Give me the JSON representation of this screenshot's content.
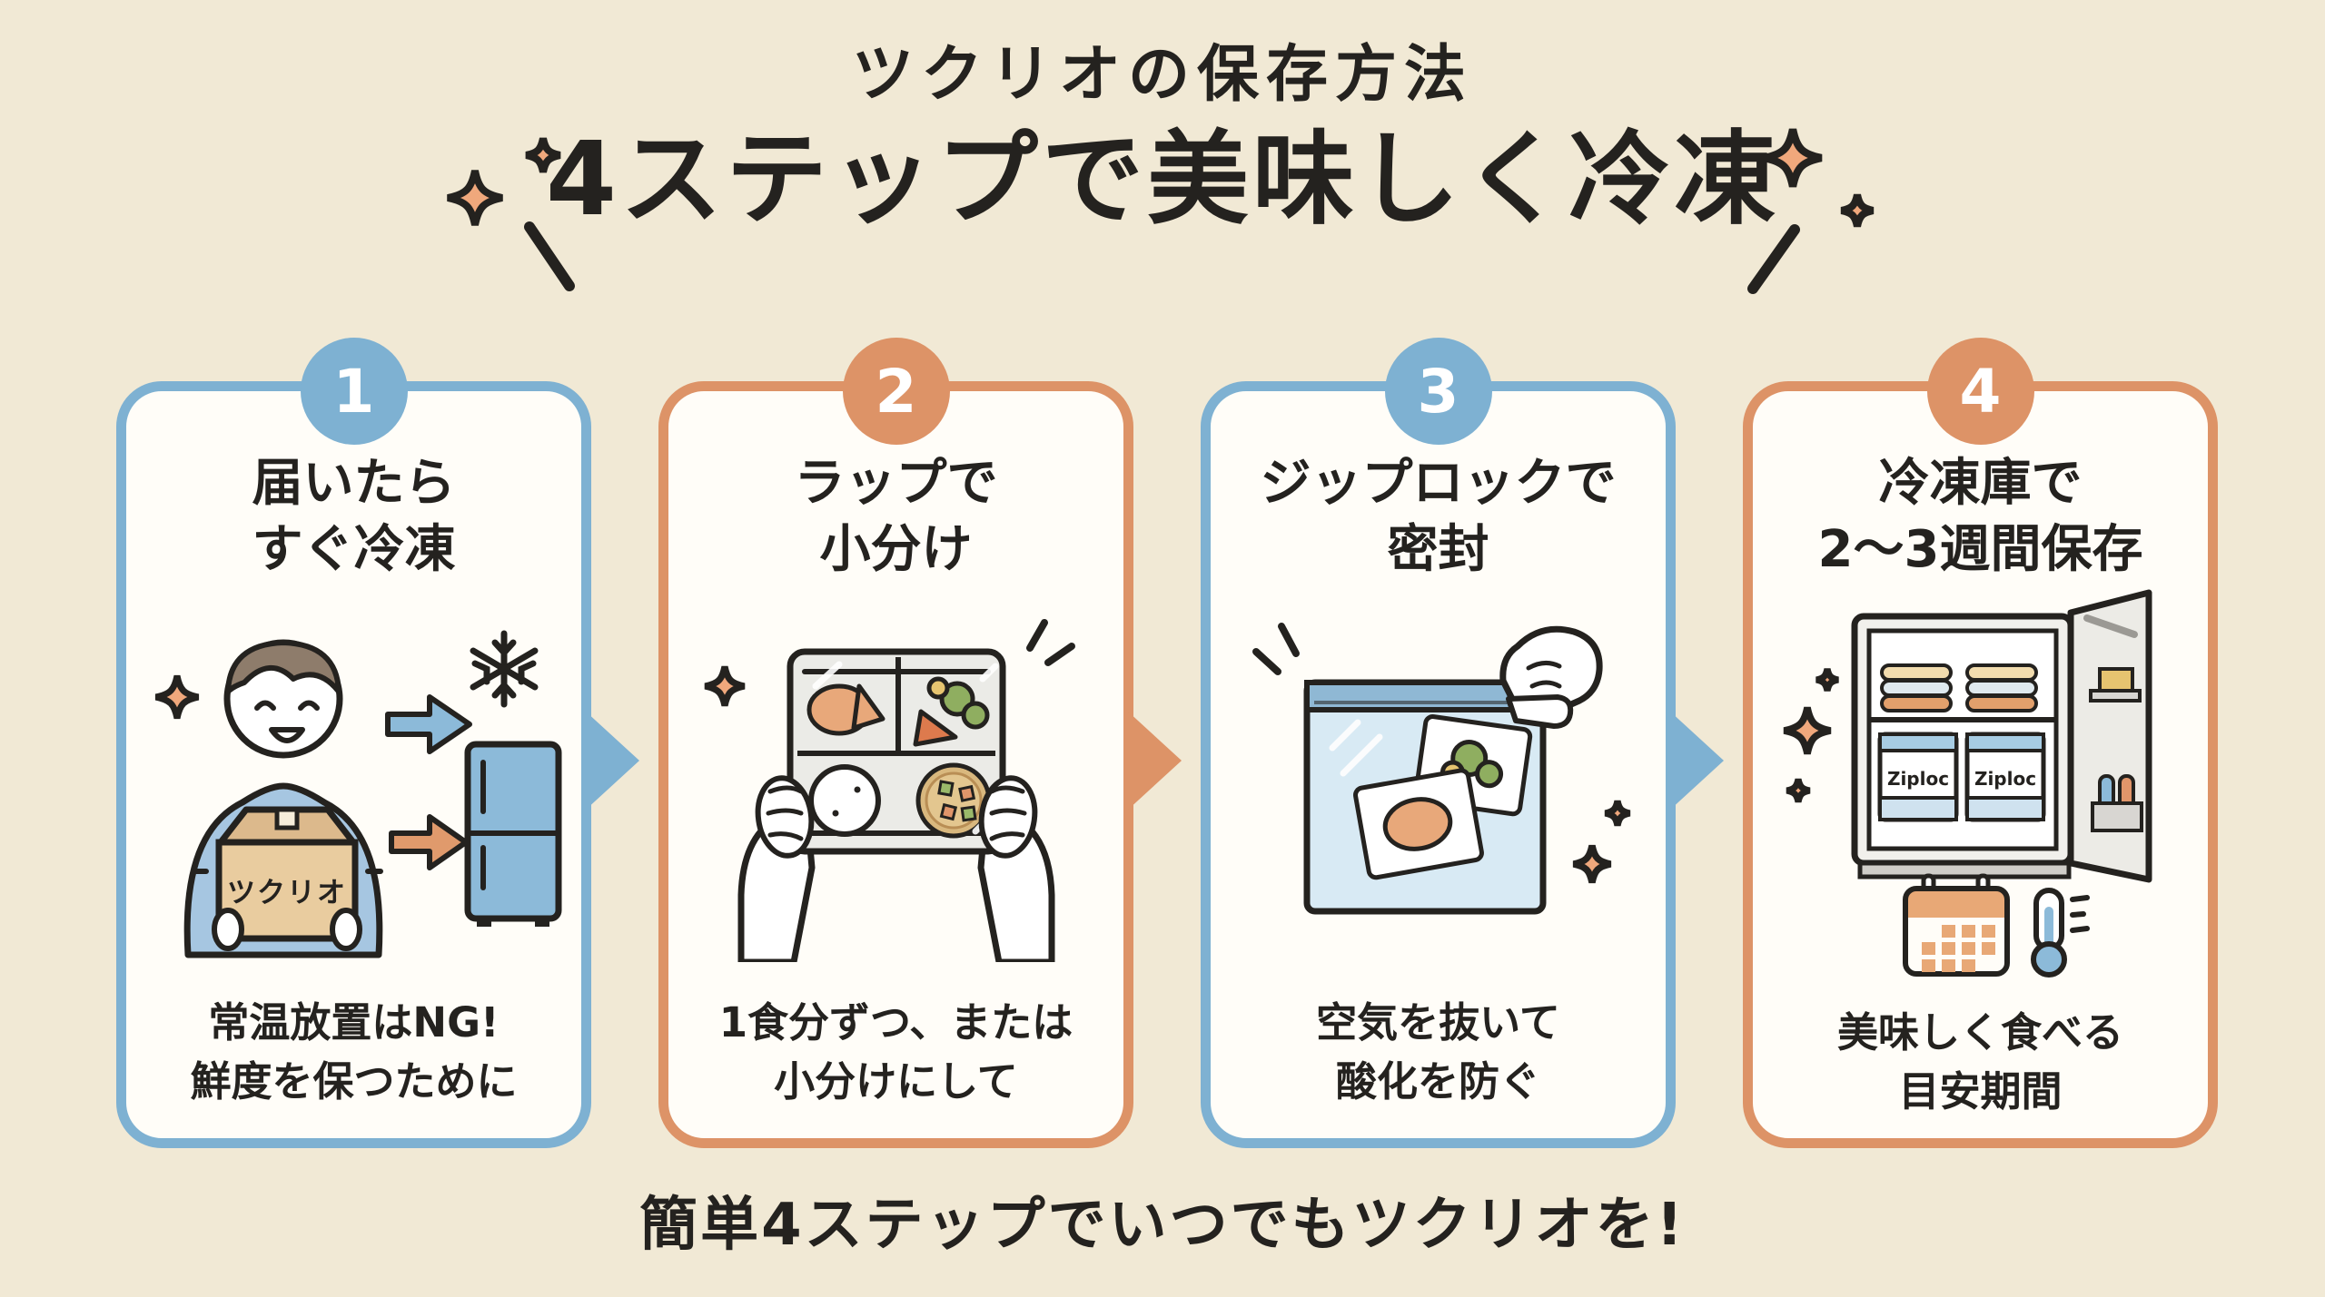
{
  "page": {
    "title_line1": "ツクリオの保存方法",
    "title_line2": "4ステップで美味しく冷凍",
    "footer": "簡単4ステップでいつでもツクリオを!"
  },
  "colors": {
    "background": "#f1e9d5",
    "card_background": "#fffdf8",
    "ink": "#24221f",
    "blue": "#7eb1d2",
    "orange": "#dd9367",
    "sparkle_fill": "#f0a87c",
    "illustration_blue": "#8cbad9",
    "illustration_orange": "#e09a6c"
  },
  "icons": {
    "sparkle": "four-pointed-star",
    "snowflake": "snowflake",
    "flow_arrow": "right-pointing-triangle",
    "fridge": "two-door-refrigerator",
    "person_with_box": "smiling-person-holding-delivery-box",
    "wrapped_tray": "meal-tray-wrapped-in-plastic-held-by-hands",
    "ziploc_bag": "freezer-bag-sealed-by-hand",
    "open_freezer": "open-freezer-with-stacked-containers",
    "calendar": "monthly-calendar",
    "thermometer": "thermometer"
  },
  "steps": [
    {
      "number": "1",
      "accent": "blue",
      "title1": "届いたら",
      "title2": "すぐ冷凍",
      "caption1": "常温放置はNG!",
      "caption2": "鮮度を保つために",
      "box_label": "ツクリオ"
    },
    {
      "number": "2",
      "accent": "orange",
      "title1": "ラップで",
      "title2": "小分け",
      "caption1": "1食分ずつ、または",
      "caption2": "小分けにして"
    },
    {
      "number": "3",
      "accent": "blue",
      "title1": "ジップロックで",
      "title2": "密封",
      "caption1": "空気を抜いて",
      "caption2": "酸化を防ぐ"
    },
    {
      "number": "4",
      "accent": "orange",
      "title1": "冷凍庫で",
      "title2": "2〜3週間保存",
      "caption1": "美味しく食べる",
      "caption2": "目安期間",
      "ziploc_label": "Ziploc"
    }
  ]
}
